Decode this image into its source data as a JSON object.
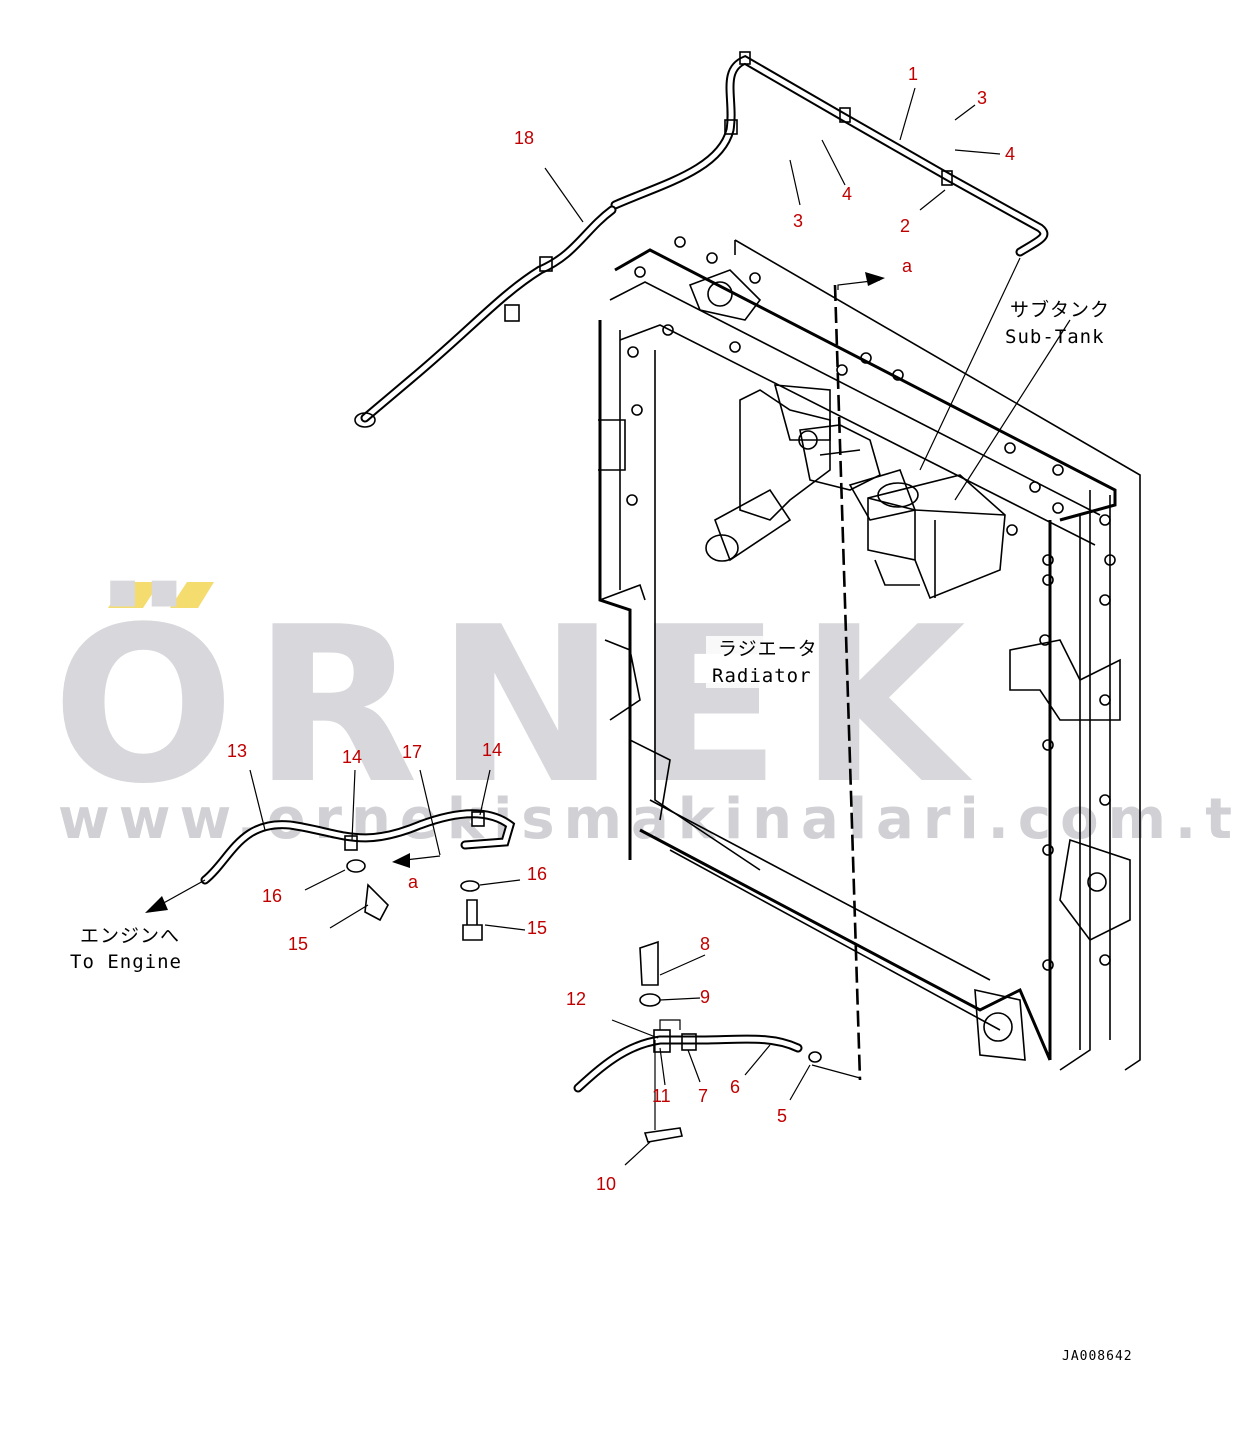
{
  "watermark": {
    "brand": "ÖRNEK",
    "url": "www.ornekismakinalari.com.tr",
    "accent_color": "#f5dc6e",
    "text_color": "#d7d7dc"
  },
  "labels": {
    "radiator_jp": "ラジエータ",
    "radiator_en": "Radiator",
    "subtank_jp": "サブタンク",
    "subtank_en": "Sub-Tank",
    "engine_jp": "エンジンへ",
    "engine_en": "To Engine",
    "ref_a": "a",
    "drawing_code": "JA008642"
  },
  "callouts": {
    "c1": "1",
    "c2": "2",
    "c3": "3",
    "c4": "4",
    "c5": "5",
    "c6": "6",
    "c7": "7",
    "c8": "8",
    "c9": "9",
    "c10": "10",
    "c11": "11",
    "c12": "12",
    "c13": "13",
    "c14": "14",
    "c15": "15",
    "c16": "16",
    "c17": "17",
    "c18": "18"
  },
  "colors": {
    "callout": "#c00000",
    "line": "#000000"
  }
}
